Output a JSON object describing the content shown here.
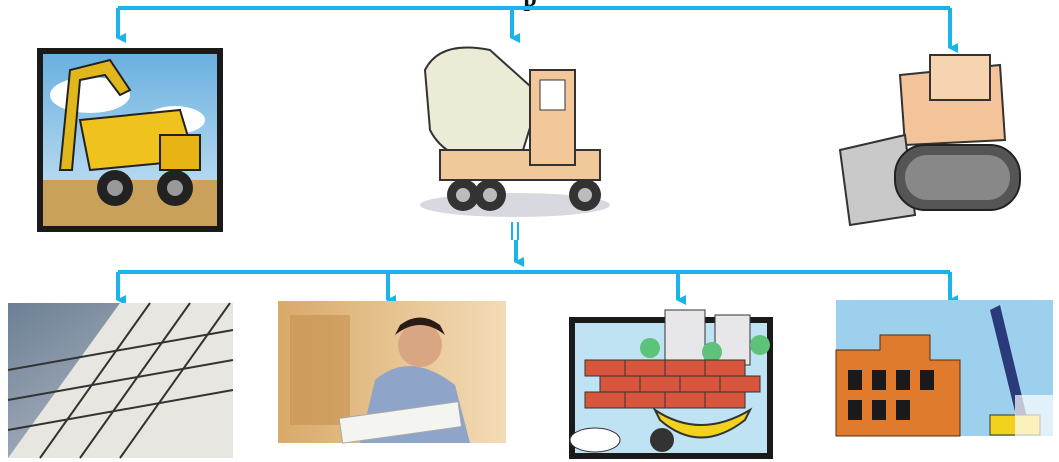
{
  "title_fragment": "p",
  "colors": {
    "connector": "#1ab3ea",
    "arrow": "#1ab3ea"
  },
  "top_row": [
    {
      "id": "dump-truck",
      "icon": "dump-truck-excavator-clipart"
    },
    {
      "id": "cement-mixer",
      "icon": "cement-mixer-truck-clipart"
    },
    {
      "id": "bulldozer",
      "icon": "bulldozer-clipart"
    }
  ],
  "bottom_row": [
    {
      "id": "scaffolding",
      "icon": "scaffolding-building-photo"
    },
    {
      "id": "engineer",
      "icon": "engineer-on-phone-photo"
    },
    {
      "id": "bricks-wheelbarrow",
      "icon": "bricks-wheelbarrow-clipart"
    },
    {
      "id": "crane-building",
      "icon": "crane-building-clipart"
    }
  ]
}
